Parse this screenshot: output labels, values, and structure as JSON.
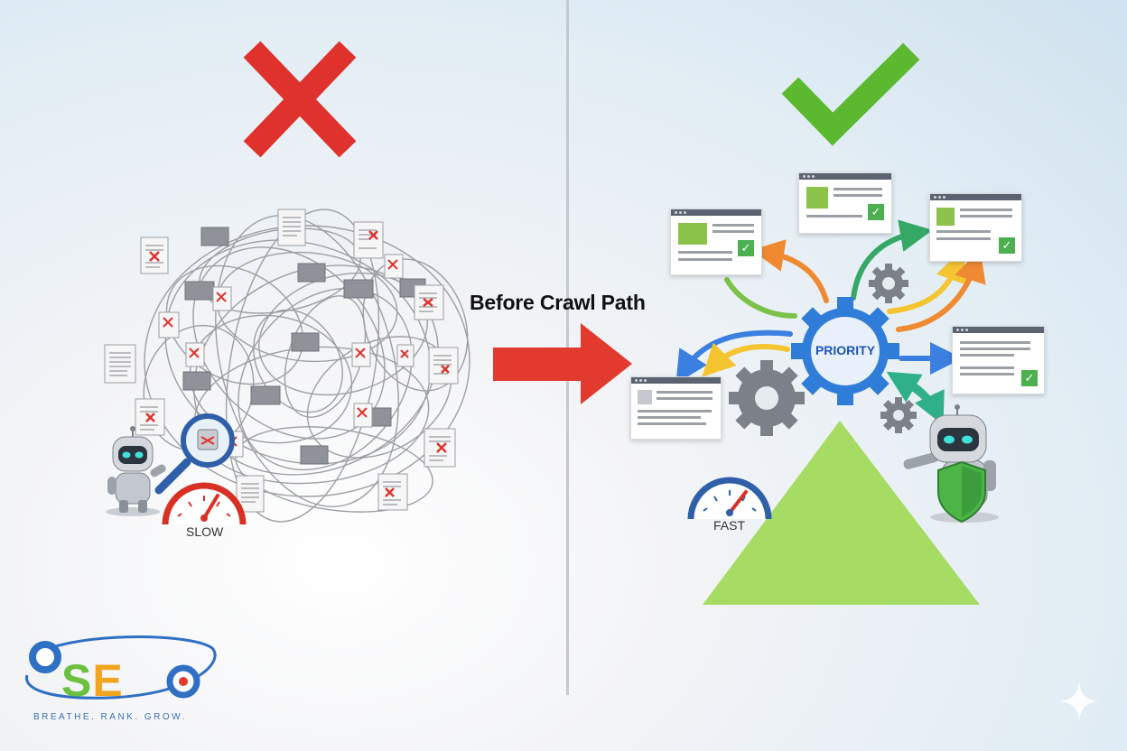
{
  "header": {
    "caption": "Before Crawl Path"
  },
  "left_panel": {
    "status_icon": "x-mark-icon",
    "gauge_label": "SLOW",
    "status_color": "#e0322c"
  },
  "right_panel": {
    "status_icon": "check-mark-icon",
    "gauge_label": "FAST",
    "hub_label": "PRIORITY",
    "status_color": "#5cb82e"
  },
  "logo": {
    "letters": [
      "S",
      "E",
      "O"
    ],
    "tagline": "BREATHE. RANK. GROW."
  },
  "colors": {
    "arrow_red": "#e23a2f",
    "pyramid_green": "#a6dc63",
    "gear_blue": "#2f7dd8",
    "gear_gray": "#7c8189"
  }
}
